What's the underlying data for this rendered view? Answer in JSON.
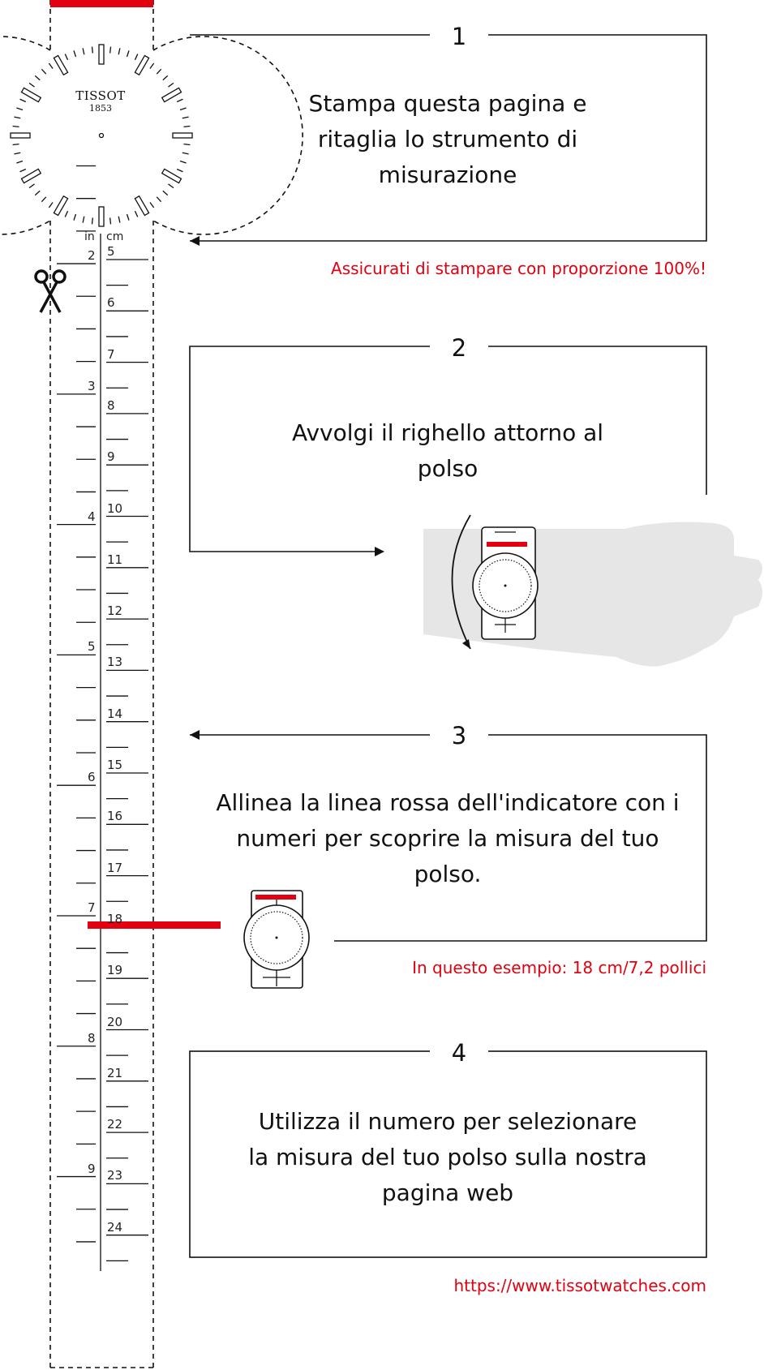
{
  "logo": {
    "brand": "TISSOT",
    "year": "1853"
  },
  "ruler": {
    "in_label": "in",
    "cm_label": "cm",
    "inch_numbers": [
      "2",
      "3",
      "4",
      "5",
      "6",
      "7",
      "8",
      "9"
    ],
    "cm_numbers": [
      "5",
      "6",
      "7",
      "8",
      "9",
      "10",
      "11",
      "12",
      "13",
      "14",
      "15",
      "16",
      "17",
      "18",
      "19",
      "20",
      "21",
      "22",
      "23",
      "24"
    ]
  },
  "steps": [
    {
      "number": "1",
      "text": "Stampa questa pagina e ritaglia lo strumento di misurazione"
    },
    {
      "number": "2",
      "text": "Avvolgi il righello attorno al polso"
    },
    {
      "number": "3",
      "text": "Allinea la linea rossa dell'indicatore con i numeri per scoprire la misura del tuo polso."
    },
    {
      "number": "4",
      "text": "Utilizza il numero per selezionare la misura del tuo polso sulla nostra pagina web"
    }
  ],
  "notes": {
    "print_warning": "Assicurati di stampare con proporzione 100%!",
    "example": "In questo esempio: 18 cm/7,2 pollici",
    "url": "https://www.tissotwatches.com"
  },
  "colors": {
    "accent": "#e3000f",
    "line": "#111111",
    "hand": "#e6e6e6"
  },
  "icons": [
    "scissors-icon",
    "watch-dial-icon",
    "wrist-icon",
    "arrow-icon"
  ]
}
